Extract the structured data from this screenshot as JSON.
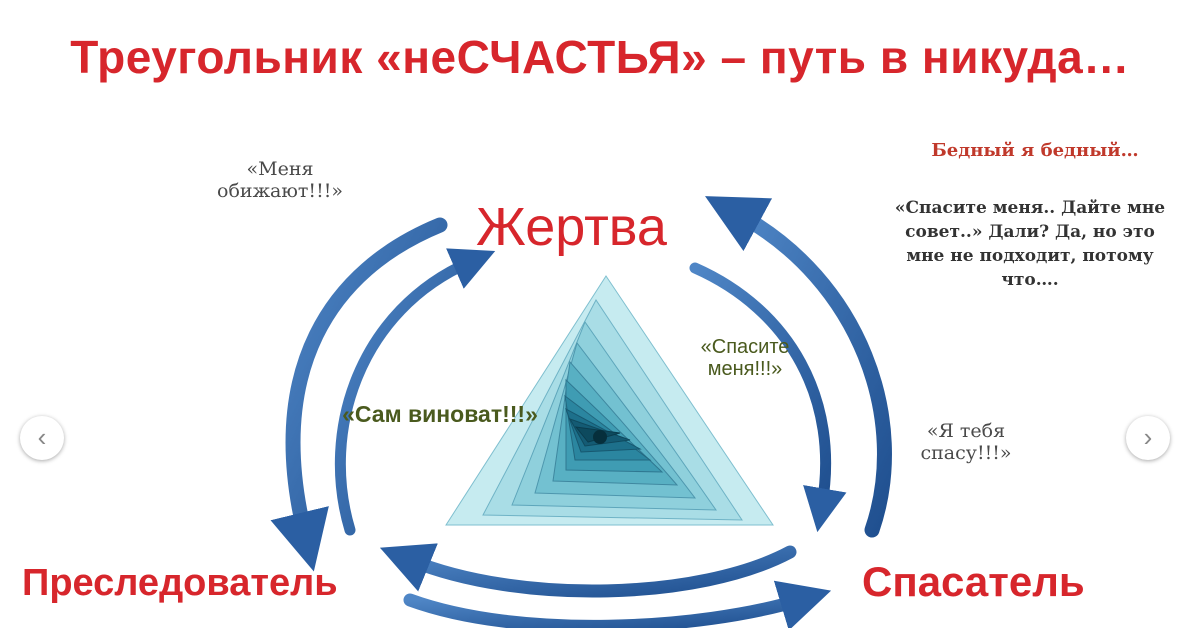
{
  "title": "Треугольник «неСЧАСТЬЯ» – путь в никуда…",
  "roles": {
    "victim": "Жертва",
    "persecutor": "Преследователь",
    "rescuer": "Спасатель"
  },
  "quotes": {
    "victim_complaint": "«Меня обижают!!!»",
    "rescuer_promise": "«Я тебя спасу!!!»",
    "help_me": "«Спасите меня!!!»",
    "own_fault": "«Сам виноват!!!»"
  },
  "poor_me": {
    "heading": "Бедный я бедный…",
    "text": "«Спасите меня.. Дайте мне совет..» Дали? Да, но это мне не подходит, потому что…."
  },
  "colors": {
    "title": "#d7262c",
    "arrow": "#2b5fa3",
    "triangle_light": "#bfe6ec",
    "triangle_dark": "#0b4a5e"
  },
  "icons": {
    "prev": "chevron-left-icon",
    "next": "chevron-right-icon"
  }
}
